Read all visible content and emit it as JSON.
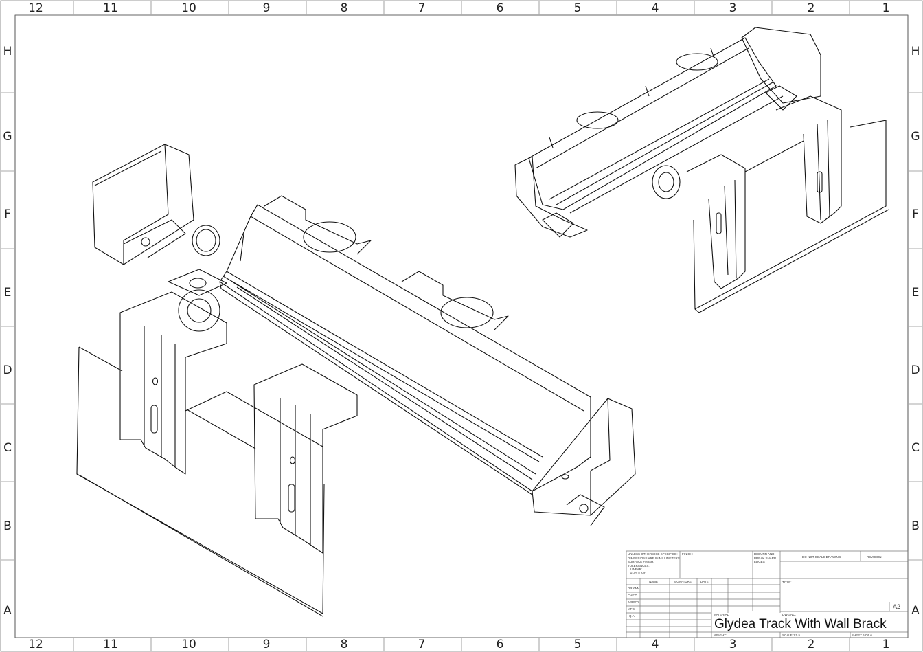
{
  "zones": {
    "columns": [
      "12",
      "11",
      "10",
      "9",
      "8",
      "7",
      "6",
      "5",
      "4",
      "3",
      "2",
      "1"
    ],
    "rows": [
      "H",
      "G",
      "F",
      "E",
      "D",
      "C",
      "B",
      "A"
    ]
  },
  "title_block": {
    "notes": "UNLESS OTHERWISE SPECIFIED:\nDIMENSIONS ARE IN MILLIMETERS\nSURFACE FINISH:\nTOLERANCES:\n   LINEAR:\n   ANGULAR:",
    "finish": "FINISH:",
    "deburr": "DEBURR AND\nBREAK SHARP\nEDGES",
    "do_not_scale": "DO NOT SCALE DRAWING",
    "revision": "REVISION",
    "headers": [
      "NAME",
      "SIGNATURE",
      "DATE"
    ],
    "roles": [
      "DRAWN",
      "CHK'D",
      "APPV'D",
      "MFG",
      "Q.A"
    ],
    "title_label": "TITLE:",
    "material": "MATERIAL:",
    "weight": "WEIGHT:",
    "dwg_no": "DWG NO.",
    "size": "A2",
    "scale": "SCALE:1:0.5",
    "sheet": "SHEET 6 OF 6",
    "drawing_title": "Glydea Track With Wall Brack"
  }
}
